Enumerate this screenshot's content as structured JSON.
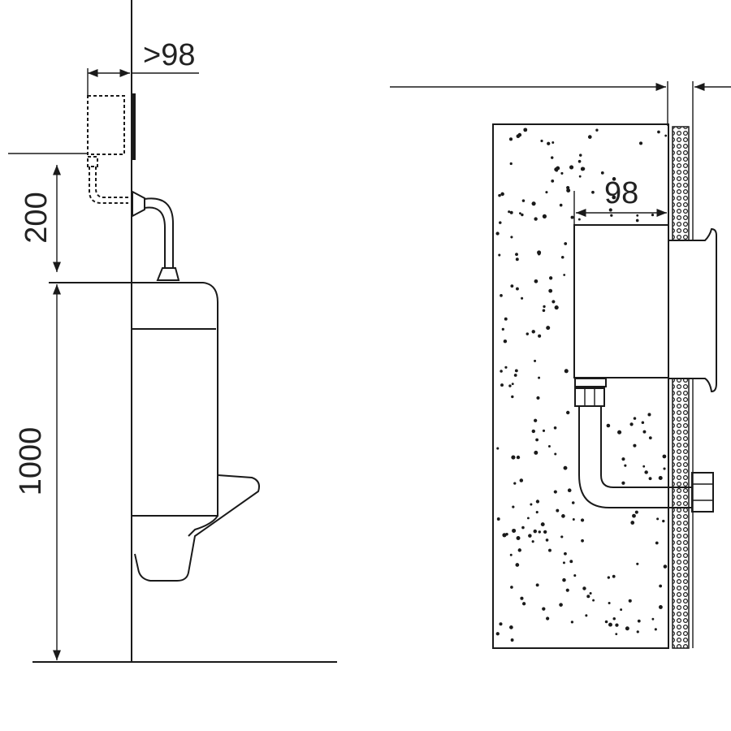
{
  "left_view": {
    "dim_depth_label": ">98",
    "dim_height_flush_label": "200",
    "dim_height_urinal_label": "1000"
  },
  "right_view": {
    "dim_box_depth_label": "98"
  },
  "colors": {
    "line": "#1a1a1a",
    "background": "#ffffff"
  }
}
